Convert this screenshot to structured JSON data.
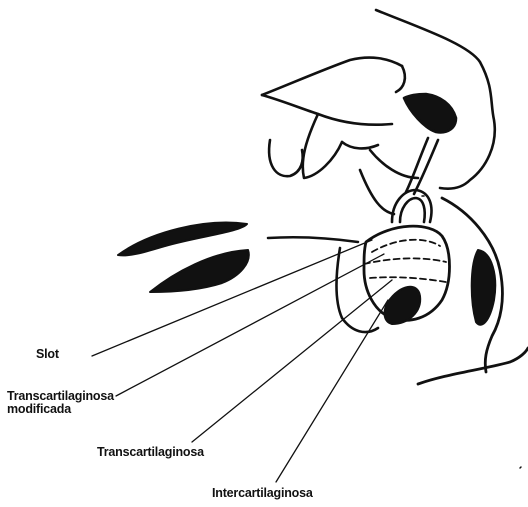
{
  "labels": {
    "slot": "Slot",
    "transcartilaginosa_modificada_line1": "Transcartilaginosa",
    "transcartilaginosa_modificada_line2": "modificada",
    "transcartilaginosa": "Transcartilaginosa",
    "intercartilaginosa": "Intercartilaginosa"
  },
  "colors": {
    "ink": "#111111",
    "paper": "#ffffff"
  }
}
